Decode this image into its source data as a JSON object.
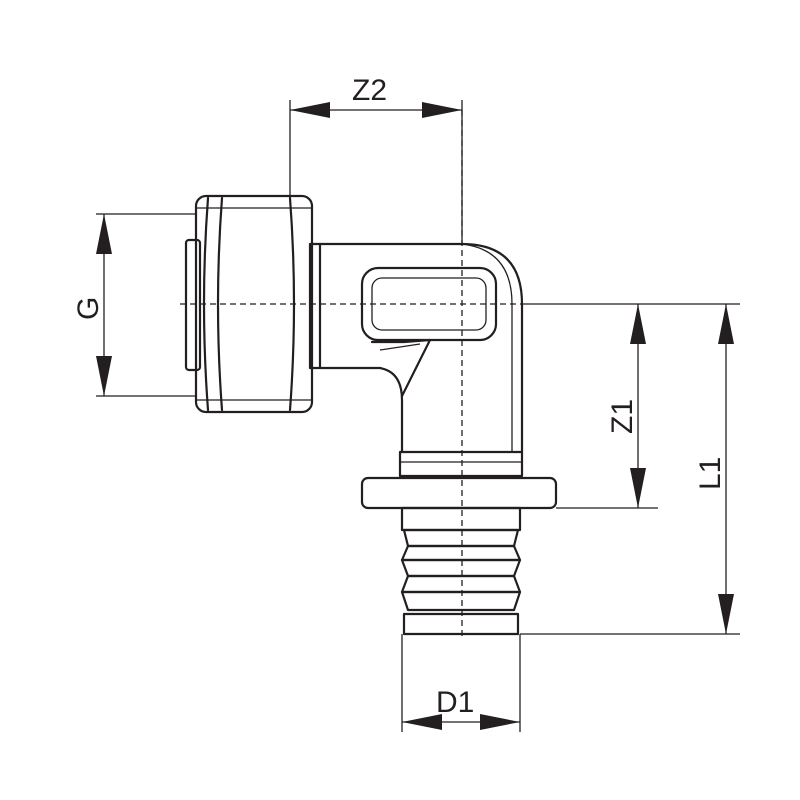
{
  "dimensions": {
    "z2": "Z2",
    "g": "G",
    "z1": "Z1",
    "l1": "L1",
    "d1": "D1"
  },
  "colors": {
    "line": "#231f20",
    "background": "#ffffff"
  }
}
